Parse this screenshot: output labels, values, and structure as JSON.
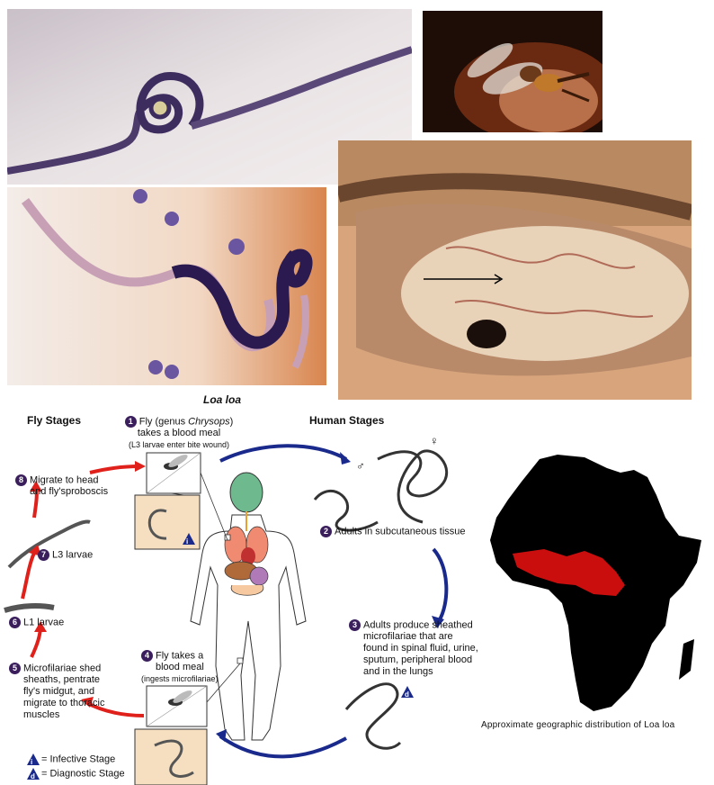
{
  "photo_caption": "Loa loa",
  "fly_stages_title": "Fly Stages",
  "human_stages_title": "Human Stages",
  "steps": [
    {
      "n": "1",
      "text_a": "Fly (genus ",
      "text_em": "Chrysops",
      "text_b": ")",
      "text_c": "takes a blood meal",
      "note": "(L3 larvae enter bite wound)"
    },
    {
      "n": "2",
      "text": "Adults in subcutaneous tissue"
    },
    {
      "n": "3",
      "lines": [
        "Adults produce sheathed",
        "microfilariae that are",
        "found in spinal fluid, urine,",
        "sputum, peripheral blood",
        "and in the lungs"
      ]
    },
    {
      "n": "4",
      "lines": [
        "Fly takes a",
        "blood meal"
      ],
      "note": "(ingests microfilariae)"
    },
    {
      "n": "5",
      "lines": [
        "Microfilariae shed",
        "sheaths, pentrate",
        "fly's midgut, and",
        "migrate to thoracic",
        "muscles"
      ]
    },
    {
      "n": "6",
      "text": "L1 larvae"
    },
    {
      "n": "7",
      "text": "L3 larvae"
    },
    {
      "n": "8",
      "lines": [
        "Migrate to head",
        "and fly'sproboscis"
      ]
    }
  ],
  "legend": {
    "infective_letter": "i",
    "infective_text": "= Infective Stage",
    "diagnostic_letter": "d",
    "diagnostic_text": "= Diagnostic Stage"
  },
  "sex_symbols": {
    "female": "♀",
    "male": "♂"
  },
  "map_caption": "Approximate geographic distribution of Loa loa",
  "colors": {
    "cycle_blue": "#1a2a8c",
    "fly_red": "#e0201a",
    "step_circle": "#3a1f5c",
    "map_fill": "#000000",
    "distribution": "#e01010"
  }
}
